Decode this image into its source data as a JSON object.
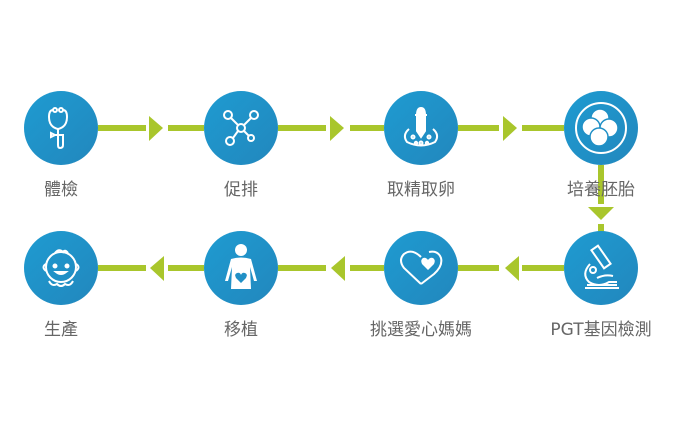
{
  "colors": {
    "circle": "#1f93c9",
    "connector": "#a9c62c",
    "label": "#666666"
  },
  "steps": [
    {
      "label": "體檢",
      "icon": "stethoscope-icon"
    },
    {
      "label": "促排",
      "icon": "molecule-icon"
    },
    {
      "label": "取精取卵",
      "icon": "pipette-dish-icon"
    },
    {
      "label": "培養胚胎",
      "icon": "embryo-cells-icon"
    },
    {
      "label": "PGT基因檢測",
      "icon": "microscope-icon"
    },
    {
      "label": "挑選愛心媽媽",
      "icon": "heart-icon"
    },
    {
      "label": "移植",
      "icon": "pregnant-woman-icon"
    },
    {
      "label": "生產",
      "icon": "baby-face-icon"
    }
  ]
}
